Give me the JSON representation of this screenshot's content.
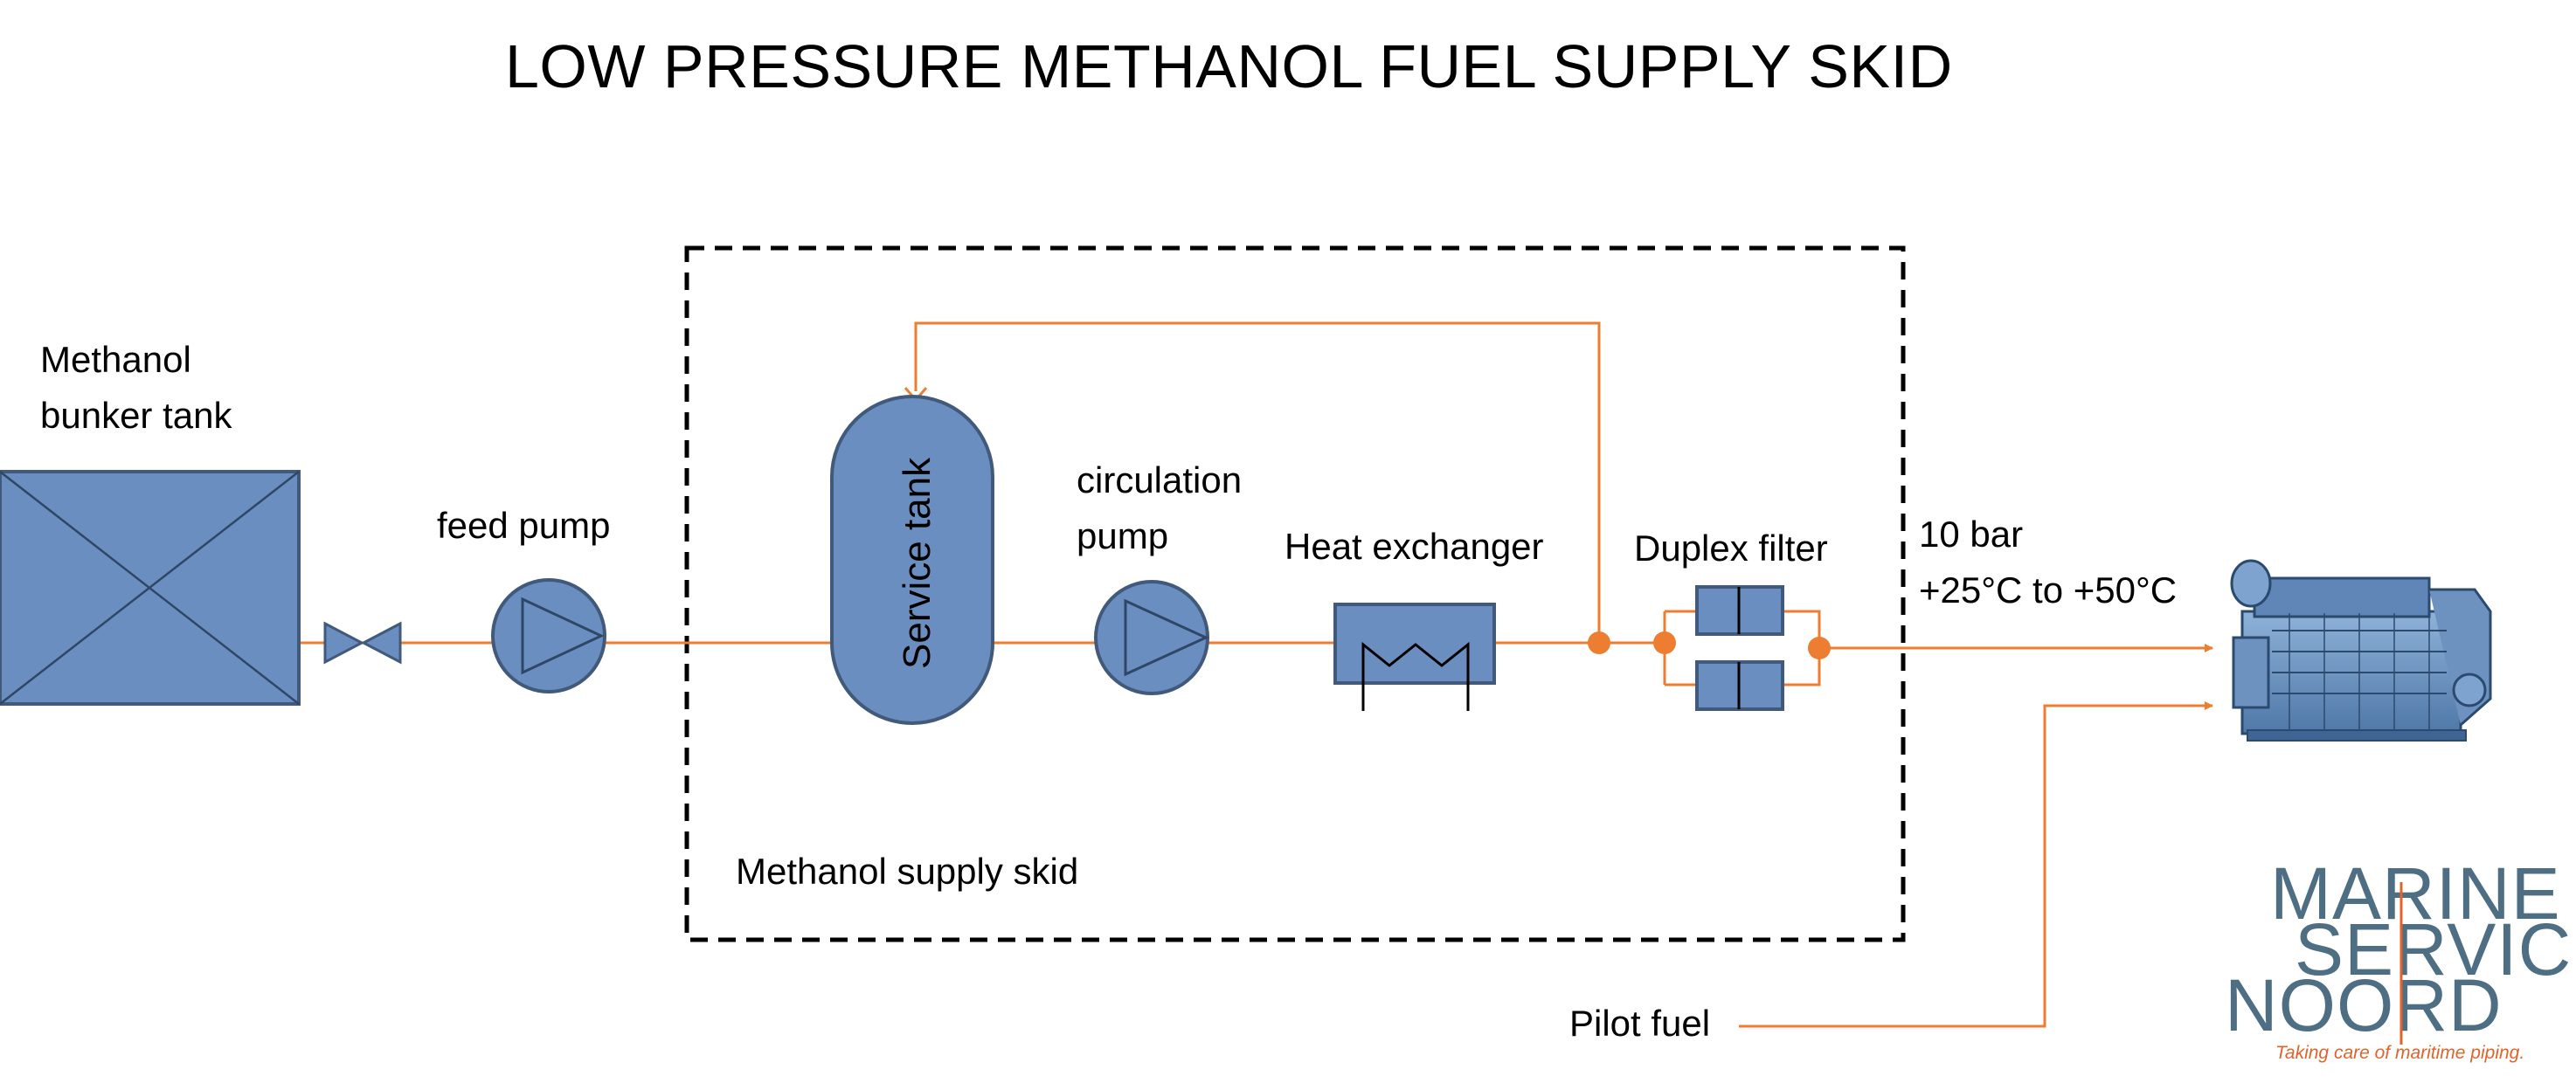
{
  "title": "LOW PRESSURE METHANOL FUEL SUPPLY SKID",
  "components": {
    "bunker_tank": {
      "line1": "Methanol",
      "line2": "bunker tank"
    },
    "feed_pump": "feed pump",
    "service_tank": "Service tank",
    "circulation_pump": {
      "line1": "circulation",
      "line2": "pump"
    },
    "heat_exchanger": "Heat exchanger",
    "duplex_filter": "Duplex filter",
    "skid_label": "Methanol supply skid",
    "pilot_fuel": "Pilot fuel"
  },
  "conditions": {
    "pressure": "10 bar",
    "temperature": "+25°C to +50°C"
  },
  "logo": {
    "line1": "MARINE",
    "line2": "SERVICE",
    "line3": "NOORD",
    "tagline": "Taking care of maritime piping."
  },
  "colors": {
    "pipe": "#ED7D31",
    "equipment_fill": "#6A8EBF",
    "equipment_stroke": "#41597A",
    "logo_text": "#4E6E84",
    "logo_tagline": "#E0632B"
  },
  "icons": {
    "engine": "engine-icon",
    "valve": "valve-icon",
    "pump": "pump-icon"
  }
}
